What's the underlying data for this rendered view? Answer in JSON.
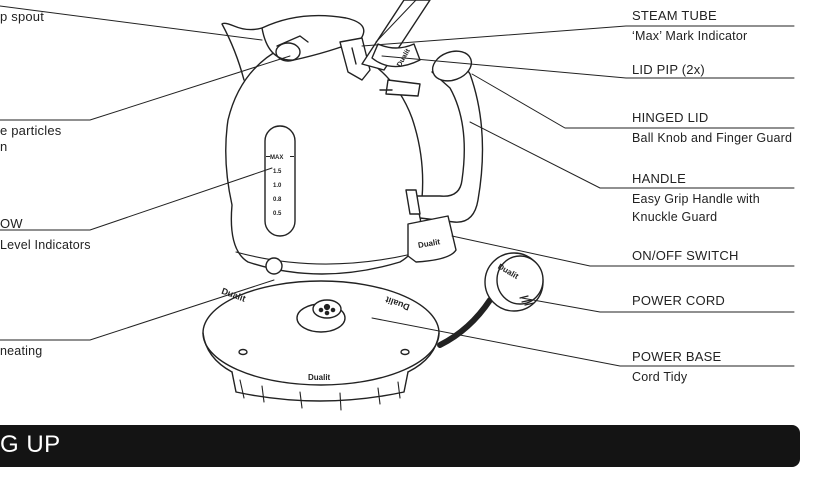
{
  "labels": {
    "left_top": "p spout",
    "left_particles_1": "e particles",
    "left_particles_2": "n",
    "left_window": "OW",
    "left_level": "Level Indicators",
    "left_heating": "neating",
    "steam_tube": "STEAM TUBE",
    "steam_tube_sub": "‘Max’ Mark Indicator",
    "lid_pip": "LID PIP (2x)",
    "hinged_lid": "HINGED LID",
    "hinged_lid_sub": "Ball Knob and Finger Guard",
    "handle": "HANDLE",
    "handle_sub_1": "Easy Grip Handle with",
    "handle_sub_2": "Knuckle Guard",
    "on_off": "ON/OFF SWITCH",
    "power_cord": "POWER CORD",
    "power_base": "POWER BASE",
    "power_base_sub": "Cord Tidy"
  },
  "kettle_marks": {
    "max": "MAX",
    "levels": [
      "1.5",
      "1.0",
      "0.8",
      "0.5"
    ],
    "brand": "Dualit"
  },
  "banner": {
    "text": "G UP",
    "color": "#141414"
  }
}
